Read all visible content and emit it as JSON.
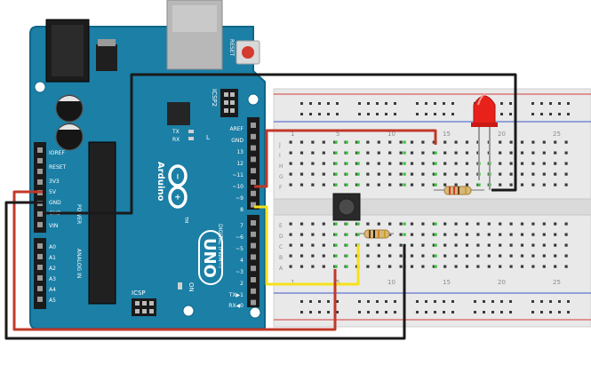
{
  "board": {
    "reset_label": "RESET",
    "icsp2_label": "ICSP2",
    "icsp_label": "ICSP",
    "brand_name": "Arduino",
    "tm": "TM",
    "model": "UNO",
    "on_label": "ON",
    "l_label": "L",
    "tx_label": "TX",
    "rx_label": "RX",
    "power_label": "POWER",
    "analog_label": "ANALOG IN",
    "digital_label": "DIGITAL (PWM~)",
    "power_pins": [
      "IOREF",
      "RESET",
      "3V3",
      "5V",
      "GND",
      "GND",
      "VIN"
    ],
    "analog_pins": [
      "A0",
      "A1",
      "A2",
      "A3",
      "A4",
      "A5"
    ],
    "digital_top": [
      "AREF",
      "GND",
      "13",
      "12",
      "~11",
      "~10",
      "~9",
      "8"
    ],
    "digital_bottom": [
      "7",
      "~6",
      "~5",
      "4",
      "~3",
      "2",
      "TX▶1",
      "RX◀0"
    ]
  },
  "breadboard": {
    "col_numbers": [
      "1",
      "5",
      "10",
      "15",
      "20",
      "25"
    ],
    "row_letters_top": [
      "J",
      "I",
      "H",
      "G",
      "F"
    ],
    "row_letters_bottom": [
      "E",
      "D",
      "C",
      "B",
      "A"
    ]
  },
  "colors": {
    "board": "#1b7fa6",
    "board_edge": "#0f6688",
    "wire_red": "#c0392b",
    "wire_black": "#1a1a1a",
    "wire_yellow": "#f5e11a",
    "led": "#e8221b"
  }
}
